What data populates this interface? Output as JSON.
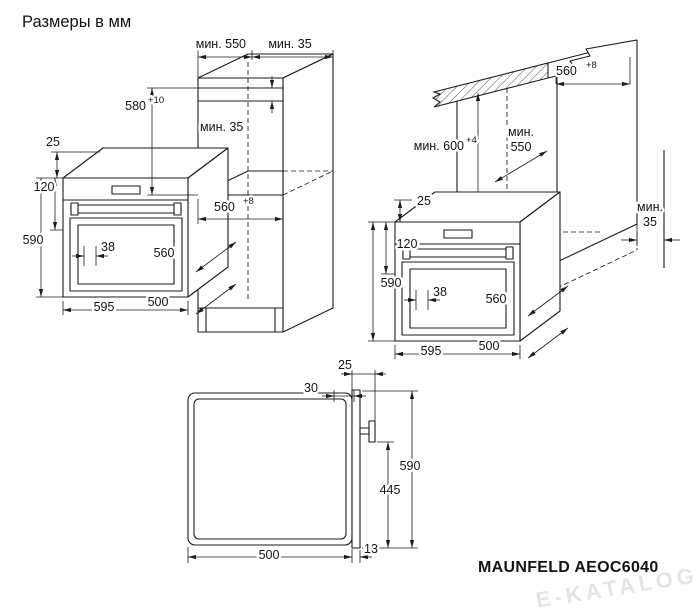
{
  "title": "Размеры в мм",
  "model": "MAUNFELD AEOC6040",
  "watermark": "E-KATALOG",
  "tall_cabinet": {
    "depth_min": "мин. 550",
    "top_clearance_min": "мин. 35",
    "niche_height": "580",
    "niche_height_tol": "+10",
    "shelf_gap_min": "мин. 35",
    "niche_width": "560",
    "niche_width_tol": "+8"
  },
  "oven_left": {
    "panel_offset": "25",
    "handle_offset": "120",
    "height": "590",
    "door_gap": "38",
    "body_depth": "560",
    "width": "595",
    "depth": "500"
  },
  "base_cabinet": {
    "niche_width": "560",
    "niche_width_tol": "+8",
    "niche_height_min": "мин. 600",
    "niche_height_tol": "+4",
    "depth_min_label": "мин.",
    "depth_min_value": "550",
    "rear_clearance_label": "мин.",
    "rear_clearance_value": "35"
  },
  "oven_right": {
    "panel_offset": "25",
    "handle_offset": "120",
    "height": "590",
    "door_gap": "38",
    "body_depth": "560",
    "width": "595",
    "depth": "500"
  },
  "side_view": {
    "handle_clearance": "25",
    "top_clearance": "30",
    "height": "590",
    "handle_height": "445",
    "depth": "500",
    "door_offset": "13"
  }
}
